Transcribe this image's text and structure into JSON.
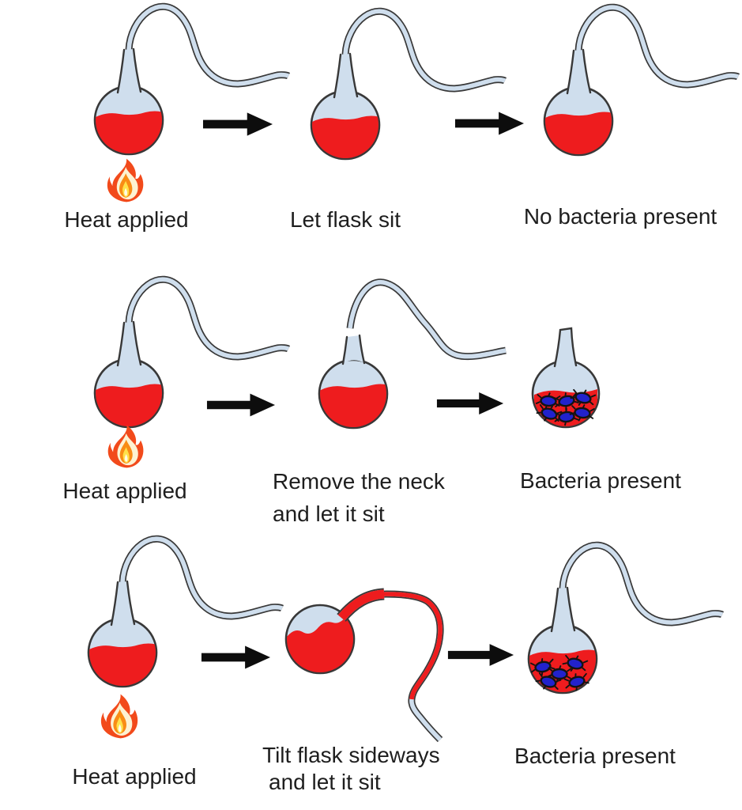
{
  "diagram": {
    "rows": [
      {
        "name": "intact-swan-neck-flask",
        "steps": [
          {
            "type": "flask-heated",
            "label": "Heat applied"
          },
          {
            "type": "flask-sitting",
            "label": "Let flask sit"
          },
          {
            "type": "flask-sterile",
            "label": "No bacteria present"
          }
        ]
      },
      {
        "name": "neck-removed-flask",
        "steps": [
          {
            "type": "flask-heated",
            "label": "Heat applied"
          },
          {
            "type": "flask-neck-removed",
            "label": "Remove the neck",
            "label2": "and let it sit"
          },
          {
            "type": "flask-contaminated",
            "label": "Bacteria present"
          }
        ]
      },
      {
        "name": "tilted-flask",
        "steps": [
          {
            "type": "flask-heated",
            "label": "Heat applied"
          },
          {
            "type": "flask-tilted",
            "label": "Tilt flask sideways",
            "label2": "and let it sit"
          },
          {
            "type": "flask-contaminated",
            "label": "Bacteria present"
          }
        ]
      }
    ]
  },
  "icons": {
    "flame": "flame-icon",
    "arrow": "arrow-right-icon",
    "bacteria": "bacteria-dots-icon"
  },
  "colors": {
    "background": "#ffffff",
    "glass": "#cfdeed",
    "liquid": "#ee1c1e",
    "outline": "#383838",
    "bacteria": "#2222cc",
    "arrow": "#0d0d0d",
    "text": "#1e1e1e",
    "flame_outer": "#f24a1b",
    "flame_core": "#fdf2d2",
    "flame_mid": "#f98c15",
    "flame_inner": "#ffe14a",
    "flame_center": "#fffbe8"
  }
}
